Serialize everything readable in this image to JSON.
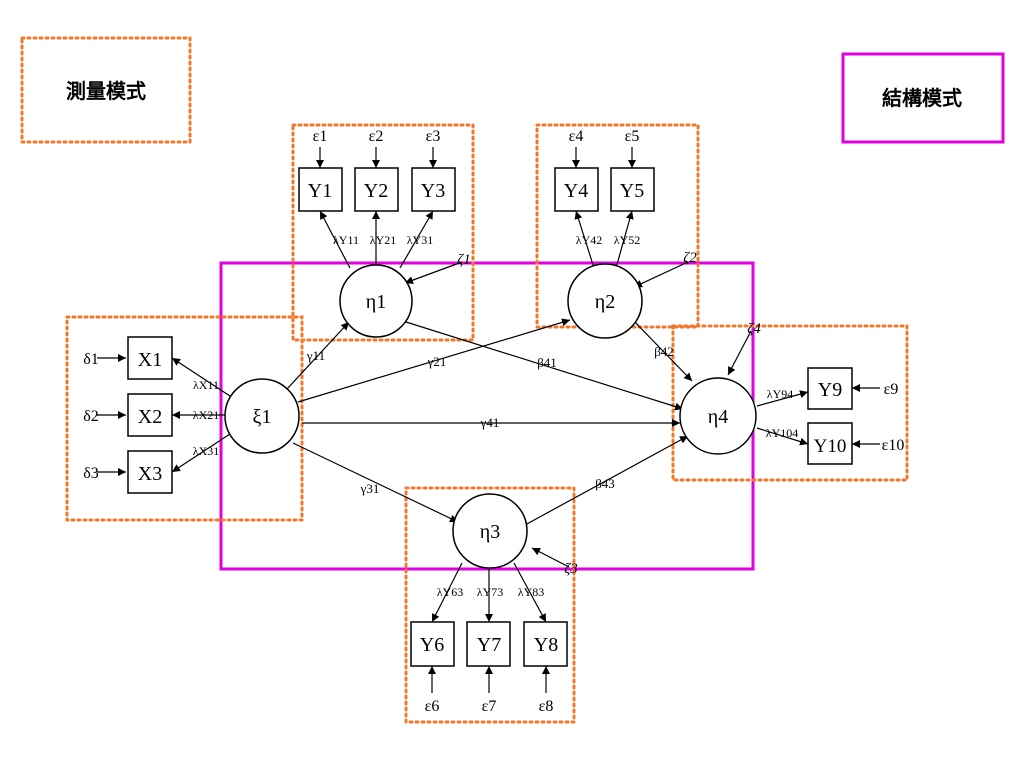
{
  "colors": {
    "measurement_border": "#F07828",
    "structural_border": "#E000E0"
  },
  "legend": {
    "measurement_label": "測量模式",
    "structural_label": "結構模式"
  },
  "latent": {
    "xi1": "ξ1",
    "eta1": "η1",
    "eta2": "η2",
    "eta3": "η3",
    "eta4": "η4"
  },
  "observed": {
    "x1": "X1",
    "x2": "X2",
    "x3": "X3",
    "y1": "Y1",
    "y2": "Y2",
    "y3": "Y3",
    "y4": "Y4",
    "y5": "Y5",
    "y6": "Y6",
    "y7": "Y7",
    "y8": "Y8",
    "y9": "Y9",
    "y10": "Y10"
  },
  "errors": {
    "delta1": "δ1",
    "delta2": "δ2",
    "delta3": "δ3",
    "eps1": "ε1",
    "eps2": "ε2",
    "eps3": "ε3",
    "eps4": "ε4",
    "eps5": "ε5",
    "eps6": "ε6",
    "eps7": "ε7",
    "eps8": "ε8",
    "eps9": "ε9",
    "eps10": "ε10",
    "zeta1": "ζ1",
    "zeta2": "ζ2",
    "zeta3": "ζ3",
    "zeta4": "ζ4"
  },
  "loadings": {
    "lx11": "λX11",
    "lx21": "λX21",
    "lx31": "λX31",
    "ly11": "λY11",
    "ly21": "λY21",
    "ly31": "λY31",
    "ly42": "λY42",
    "ly52": "λY52",
    "ly63": "λY63",
    "ly73": "λY73",
    "ly83": "λY83",
    "ly94": "λY94",
    "ly104": "λY104"
  },
  "paths": {
    "g11": "γ11",
    "g21": "γ21",
    "g41": "γ41",
    "g31": "γ31",
    "b41": "β41",
    "b42": "β42",
    "b43": "β43"
  }
}
